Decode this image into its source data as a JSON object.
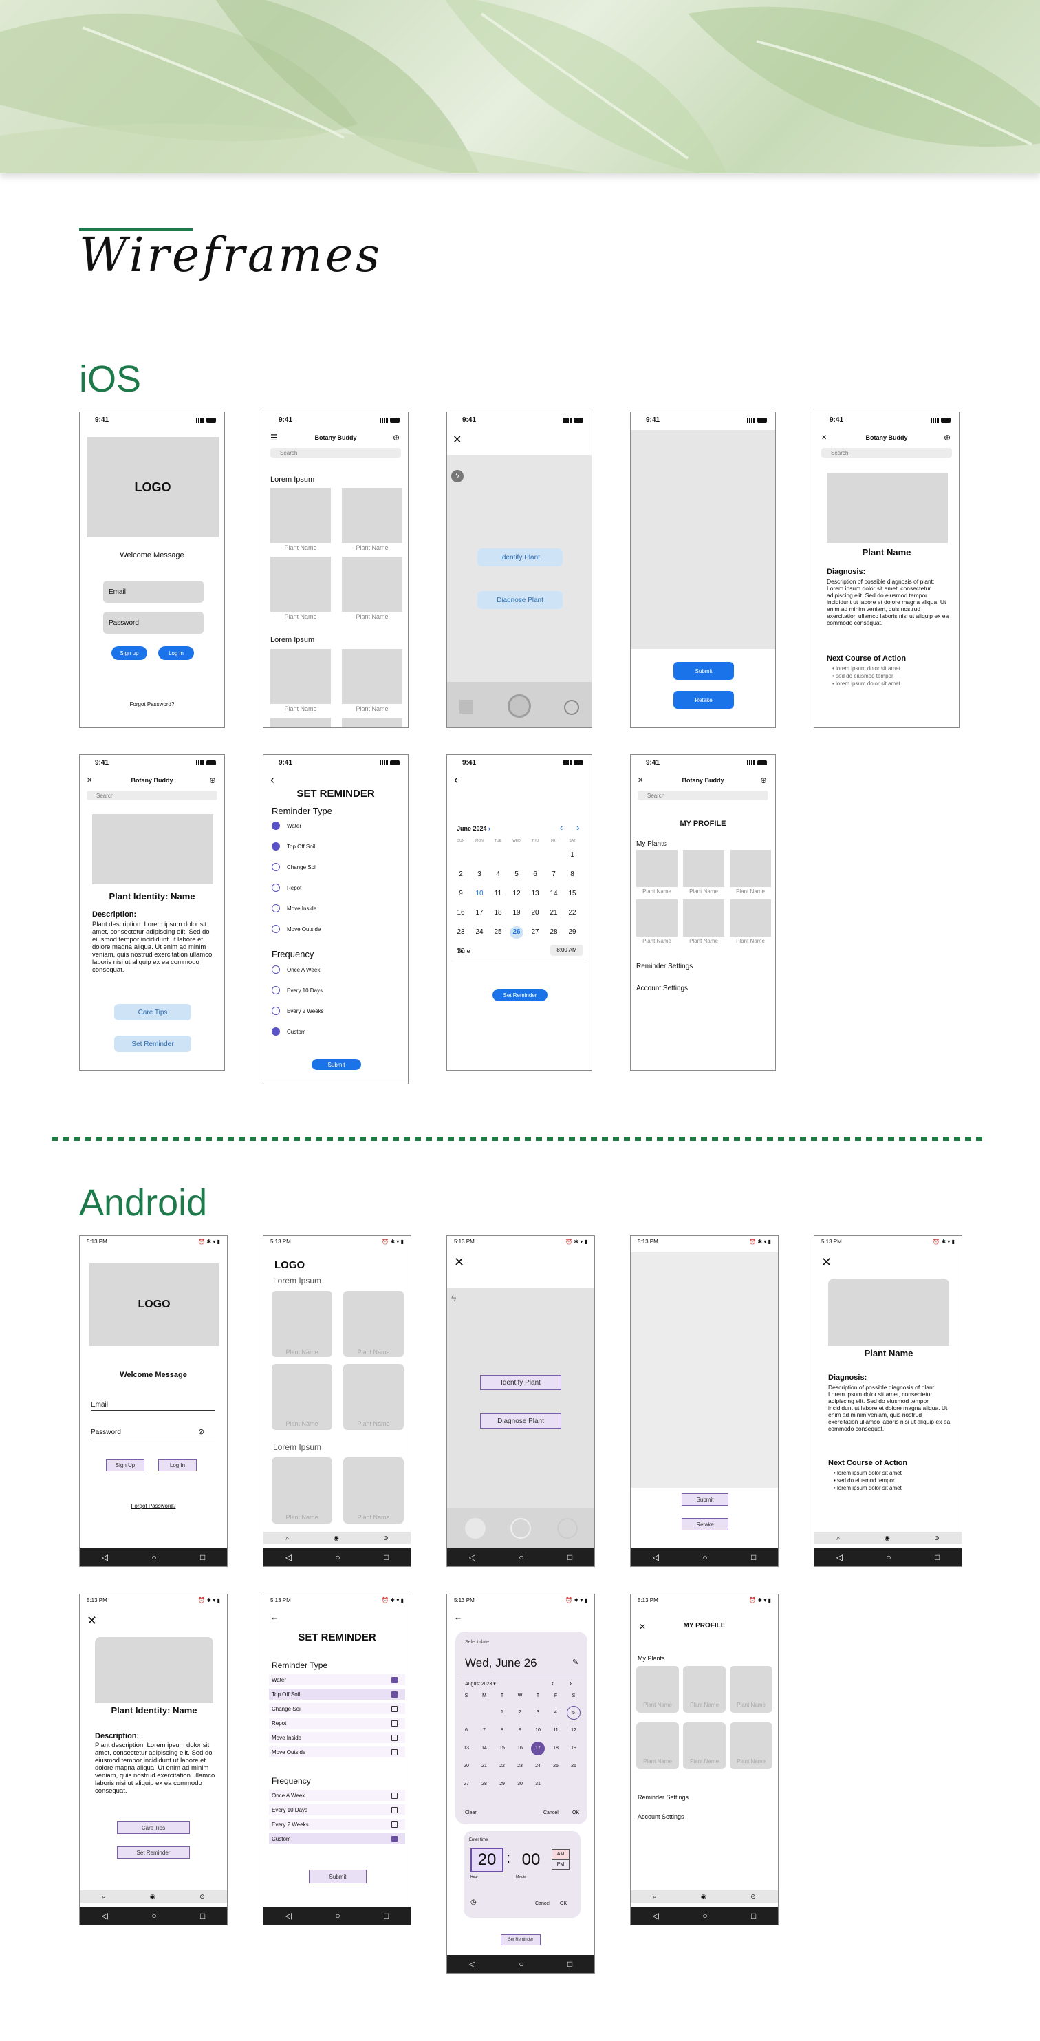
{
  "title": "Wireframes",
  "sections": {
    "ios": "iOS",
    "android": "Android"
  },
  "ios": {
    "time": "9:41",
    "app": "Botany Buddy",
    "search": "Search",
    "logo": "LOGO",
    "welcome": "Welcome Message",
    "email": "Email",
    "password": "Password",
    "signup": "Sign up",
    "login": "Log in",
    "forgot": "Forgot Password?",
    "lorem": "Lorem Ipsum",
    "plant_name": "Plant Name",
    "identify": "Identify Plant",
    "diagnose": "Diagnose Plant",
    "submit": "Submit",
    "retake": "Retake",
    "diag_title": "Diagnosis:",
    "diag_text": "Description of possible diagnosis of plant: Lorem ipsum dolor sit amet, consectetur adipiscing elit. Sed do eiusmod tempor incididunt ut labore et dolore magna aliqua. Ut enim ad minim veniam, quis nostrud exercitation ullamco laboris nisi ut aliquip ex ea commodo consequat.",
    "next": "Next Course of Action",
    "bullets": [
      "lorem ipsum dolor sit amet",
      "sed do eiusmod tempor",
      "lorem ipsum dolor sit amet"
    ],
    "identity": "Plant Identity: Name",
    "desc_title": "Description:",
    "desc_text": "Plant description: Lorem ipsum dolor sit amet, consectetur adipiscing elit. Sed do eiusmod tempor incididunt ut labore et dolore magna aliqua. Ut enim ad minim veniam, quis nostrud exercitation ullamco laboris nisi ut aliquip ex ea commodo consequat.",
    "care": "Care Tips",
    "set_rem": "Set Reminder",
    "rem_title": "SET REMINDER",
    "rem_type": "Reminder Type",
    "rem_items": [
      "Water",
      "Top Off Soil",
      "Change Soil",
      "Repot",
      "Move Inside",
      "Move Outside"
    ],
    "freq": "Frequency",
    "freq_items": [
      "Once A Week",
      "Every 10 Days",
      "Every 2 Weeks",
      "Custom"
    ],
    "month": "June 2024",
    "days": [
      "SUN",
      "MON",
      "TUE",
      "WED",
      "THU",
      "FRI",
      "SAT"
    ],
    "time_label": "Time",
    "time_val": "8:00 AM",
    "profile": "MY PROFILE",
    "my_plants": "My Plants",
    "rem_settings": "Reminder Settings",
    "acct": "Account Settings"
  },
  "android": {
    "time": "5:13 PM",
    "logo": "LOGO",
    "welcome": "Welcome Message",
    "email": "Email",
    "password": "Password",
    "signup": "Sign Up",
    "login": "Log In",
    "forgot": "Forgot Password?",
    "lorem": "Lorem Ipsum",
    "plant_name": "Plant Name",
    "identify": "Identify Plant",
    "diagnose": "Diagnose Plant",
    "submit": "Submit",
    "retake": "Retake",
    "diag_title": "Diagnosis:",
    "diag_text": "Description of possible diagnosis of plant: Lorem ipsum dolor sit amet, consectetur adipiscing elit. Sed do eiusmod tempor incididunt ut labore et dolore magna aliqua. Ut enim ad minim veniam, quis nostrud exercitation ullamco laboris nisi ut aliquip ex ea commodo consequat.",
    "next": "Next Course of Action",
    "bullets": [
      "lorem ipsum dolor sit amet",
      "sed do eiusmod tempor",
      "lorem ipsum dolor sit amet"
    ],
    "identity": "Plant Identity: Name",
    "desc_title": "Description:",
    "desc_text": "Plant description: Lorem ipsum dolor sit amet, consectetur adipiscing elit. Sed do eiusmod tempor incididunt ut labore et dolore magna aliqua. Ut enim ad minim veniam, quis nostrud exercitation ullamco laboris nisi ut aliquip ex ea commodo consequat.",
    "care": "Care Tips",
    "set_rem": "Set Reminder",
    "rem_title": "SET REMINDER",
    "rem_type": "Reminder Type",
    "rem_items": [
      "Water",
      "Top Off Soil",
      "Change Soil",
      "Repot",
      "Move Inside",
      "Move Outside"
    ],
    "freq": "Frequency",
    "freq_items": [
      "Once A Week",
      "Every 10 Days",
      "Every 2 Weeks",
      "Custom"
    ],
    "select_date": "Select date",
    "date": "Wed, June 26",
    "month": "August 2023",
    "days": [
      "S",
      "M",
      "T",
      "W",
      "T",
      "F",
      "S"
    ],
    "clear": "Clear",
    "cancel": "Cancel",
    "ok": "OK",
    "enter_time": "Enter time",
    "hour": "20",
    "minute": "00",
    "am": "AM",
    "pm": "PM",
    "hour_lbl": "Hour",
    "minute_lbl": "Minute",
    "profile": "MY PROFILE",
    "my_plants": "My Plants",
    "rem_settings": "Reminder Settings",
    "acct": "Account Settings"
  }
}
